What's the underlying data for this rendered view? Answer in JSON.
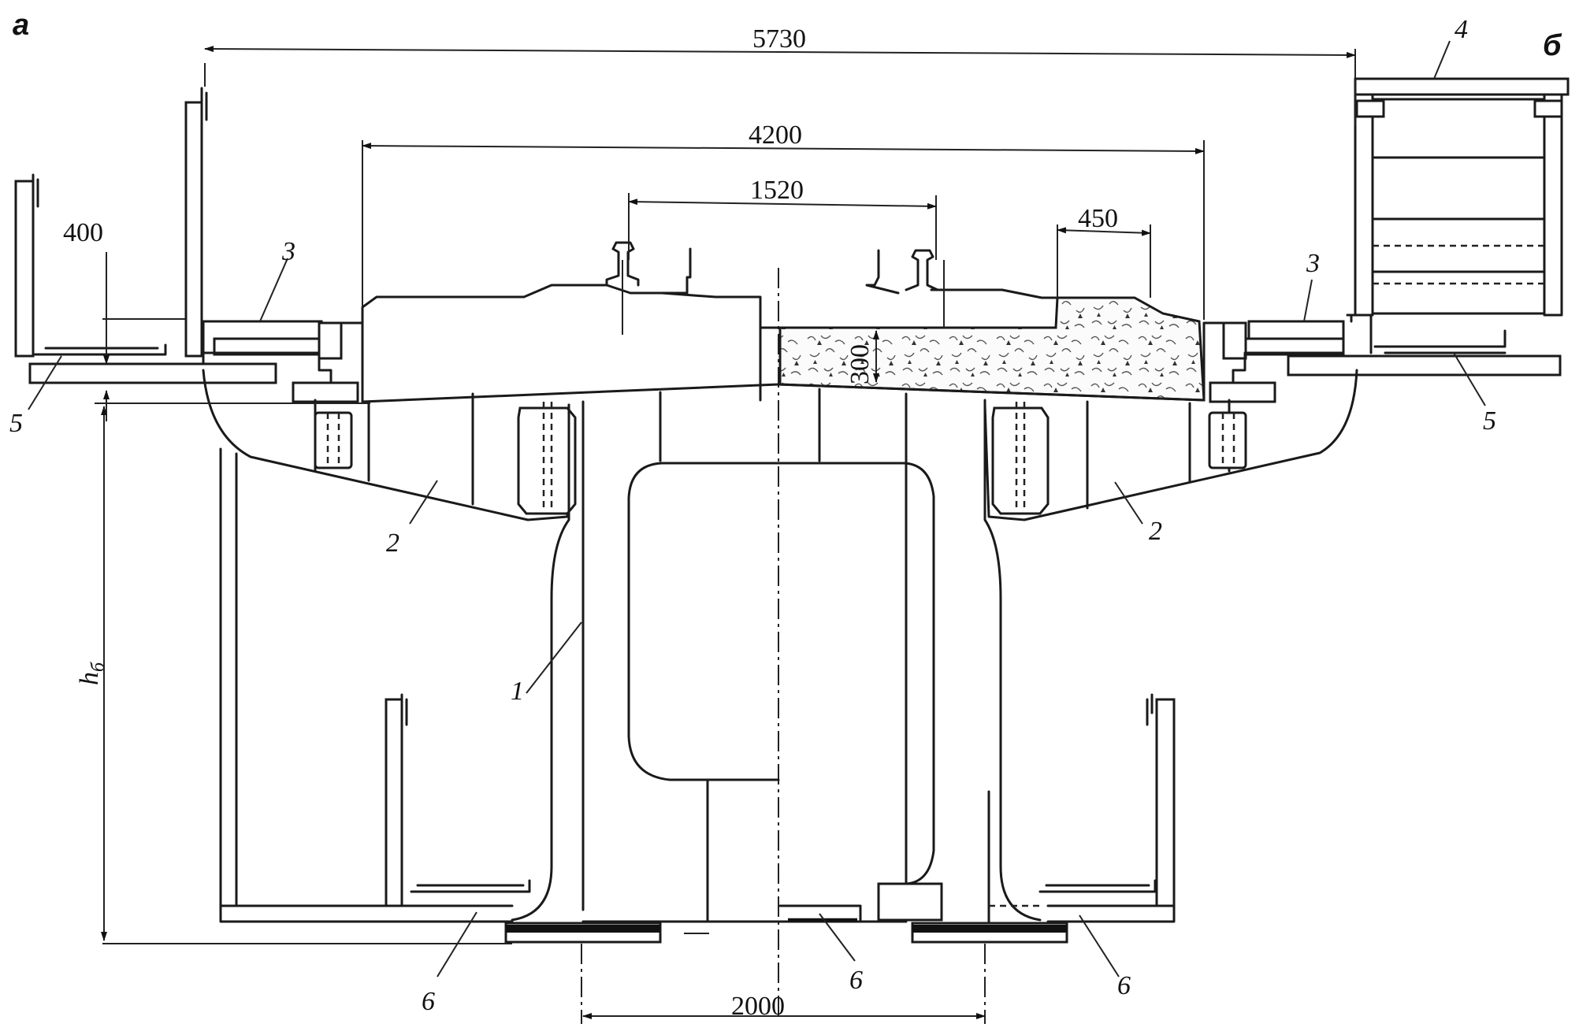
{
  "panels": {
    "left": "а",
    "right": "б"
  },
  "dimensions": {
    "overall_width": "5730",
    "ballast_trough": "4200",
    "track_gauge": "1520",
    "ballast_offset": "450",
    "ballast_depth": "300",
    "footway": "400",
    "bearing_spacing": "2000",
    "height_symbol": "h",
    "height_subscript": "б"
  },
  "callouts": {
    "main_beam": "1",
    "bracket_left": "2",
    "bracket_right": "2",
    "slab_left": "3",
    "slab_right": "3",
    "railing": "4",
    "console_left": "5",
    "console_right": "5",
    "bearing_left": "6",
    "bearing_mid": "6",
    "bearing_right": "6"
  }
}
